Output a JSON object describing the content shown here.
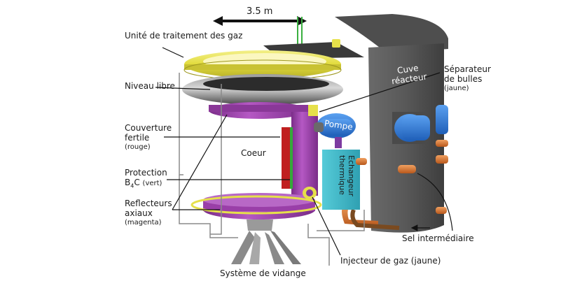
{
  "figure": {
    "title": "Molten Salt Fast Reactor schematic",
    "scale_bar": {
      "label": "3.5 m"
    },
    "labels": {
      "gas_processing": "Unité de traitement des gaz",
      "free_level": "Niveau libre",
      "fertile_blanket": {
        "line1": "Couverture",
        "line2": "fertile",
        "note": "(rouge)"
      },
      "b4c_protection": {
        "line1": "Protection",
        "line2_main": "B",
        "line2_sub": "4",
        "line2_rest": "C",
        "note": "(vert)"
      },
      "axial_reflectors": {
        "line1": "Reflecteurs",
        "line2": "axiaux",
        "note": "(magenta)"
      },
      "core": "Coeur",
      "pump": "Pompe",
      "heat_exchanger": {
        "line1": "Echangeur",
        "line2": "thermique"
      },
      "reactor_vessel": {
        "line1": "Cuve",
        "line2": "réacteur"
      },
      "bubble_separator": {
        "line1": "Séparateur",
        "line2": "de bulles",
        "note": "(jaune)"
      },
      "intermediate_salt": "Sel intermédiaire",
      "gas_injector": "Injecteur de gaz (jaune)",
      "drain_system": "Système de vidange"
    },
    "colors": {
      "yellow": "#e6e04a",
      "gray_torus": "#6a6a6a",
      "magenta": "#9a3fa8",
      "red": "#c01f1f",
      "green": "#34a93a",
      "pump_blue": "#2f74d0",
      "exchanger_cyan": "#3fb8c8",
      "vessel_gray": "#5a5a5a",
      "copper": "#d0702a"
    }
  }
}
